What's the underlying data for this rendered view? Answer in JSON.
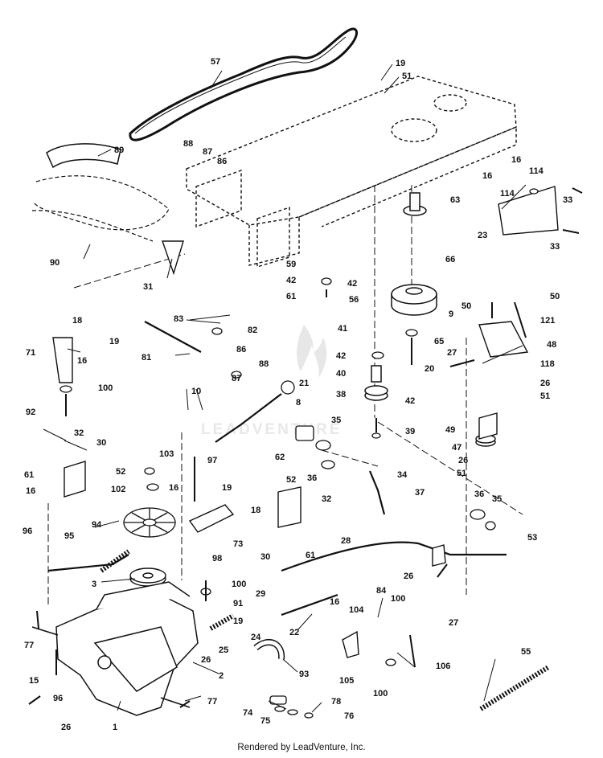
{
  "footer_text": "Rendered by LeadVenture, Inc.",
  "watermark_text": "LEADVENTURE",
  "part_labels": [
    "57",
    "19",
    "51",
    "89",
    "88",
    "87",
    "86",
    "63",
    "16",
    "16",
    "114",
    "114",
    "33",
    "23",
    "33",
    "90",
    "31",
    "59",
    "42",
    "61",
    "42",
    "56",
    "66",
    "9",
    "83",
    "82",
    "18",
    "19",
    "71",
    "16",
    "81",
    "86",
    "87",
    "88",
    "21",
    "8",
    "10",
    "41",
    "42",
    "65",
    "40",
    "20",
    "38",
    "42",
    "39",
    "100",
    "92",
    "50",
    "50",
    "121",
    "48",
    "118",
    "27",
    "26",
    "51",
    "32",
    "30",
    "61",
    "52",
    "16",
    "103",
    "102",
    "35",
    "62",
    "36",
    "97",
    "52",
    "32",
    "49",
    "47",
    "26",
    "51",
    "16",
    "19",
    "18",
    "73",
    "98",
    "34",
    "37",
    "36",
    "35",
    "96",
    "95",
    "94",
    "30",
    "61",
    "3",
    "28",
    "53",
    "26",
    "29",
    "100",
    "91",
    "16",
    "84",
    "100",
    "104",
    "19",
    "24",
    "25",
    "22",
    "27",
    "77",
    "26",
    "55",
    "93",
    "106",
    "105",
    "100",
    "15",
    "2",
    "96",
    "77",
    "74",
    "78",
    "75",
    "76",
    "26",
    "1"
  ]
}
